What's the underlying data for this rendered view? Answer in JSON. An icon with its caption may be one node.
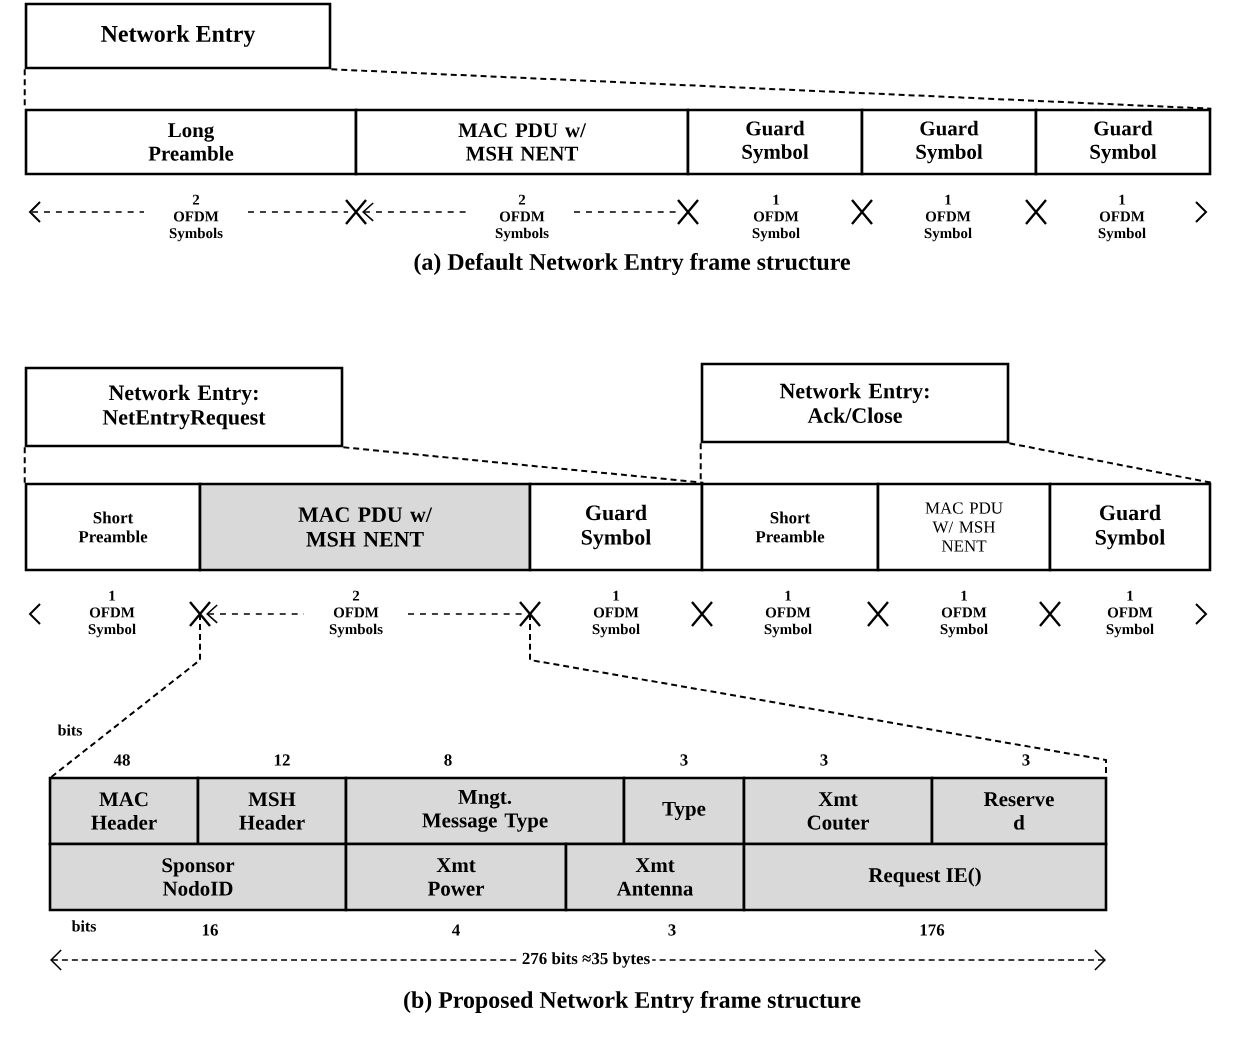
{
  "diagram": {
    "nodes": [
      {
        "text": [
          "Network Entry"
        ]
      },
      {
        "text": [
          "Long Preamble"
        ],
        "beside": [
          "2 OFDM Symbols"
        ]
      },
      {
        "text": [
          "MAC PDU w/ MSH NENT"
        ],
        "beside": [
          "2 OFDM Symbols"
        ]
      },
      {
        "text": [
          "Guard Symbol"
        ],
        "beside": [
          "1 OFDM Symbol"
        ]
      },
      {
        "text": [
          "Guard Symbol"
        ],
        "beside": [
          "1 OFDM Symbol"
        ]
      },
      {
        "text": [
          "Guard Symbol"
        ],
        "beside": [
          "1 OFDM Symbol"
        ]
      },
      {
        "text": [
          "Network Entry: NetEntryRequest"
        ]
      },
      {
        "text": [
          "Network Entry: Ack/Close"
        ]
      },
      {
        "text": [
          "Short Preamble"
        ],
        "beside": [
          "1 OFDM Symbol"
        ]
      },
      {
        "text": [
          "MAC PDU w/ MSH NENT"
        ],
        "beside": [
          "2 OFDM Symbols"
        ]
      },
      {
        "text": [
          "Guard Symbol"
        ],
        "beside": [
          "1 OFDM Symbol"
        ]
      },
      {
        "text": [
          "Short Preamble"
        ],
        "beside": [
          "1 OFDM Symbol"
        ]
      },
      {
        "text": [
          "MAC PDU W/ MSH NENT"
        ],
        "beside": [
          "1 OFDM Symbol"
        ]
      },
      {
        "text": [
          "Guard Symbol"
        ],
        "beside": [
          "1 OFDM Symbol"
        ]
      },
      {
        "text": [
          "MAC Header"
        ],
        "beside": [
          "48"
        ]
      },
      {
        "text": [
          "MSH Header"
        ],
        "beside": [
          "12"
        ]
      },
      {
        "text": [
          "Mngt. Message Type"
        ],
        "beside": [
          "8"
        ]
      },
      {
        "text": [
          "Type"
        ],
        "beside": [
          "3"
        ]
      },
      {
        "text": [
          "Xmt Couter"
        ],
        "beside": [
          "3"
        ]
      },
      {
        "text": [
          "Reserve d"
        ],
        "beside": [
          "3"
        ]
      },
      {
        "text": [
          "Sponsor NodoID"
        ],
        "beside": [
          "16"
        ]
      },
      {
        "text": [
          "Xmt Power"
        ],
        "beside": [
          "4"
        ]
      },
      {
        "text": [
          "Xmt Antenna"
        ],
        "beside": [
          "3"
        ]
      },
      {
        "text": [
          "Request IE()"
        ],
        "beside": [
          "176"
        ]
      }
    ],
    "edges": [
      {
        "from": 0,
        "to": 1,
        "arrow": "none",
        "style": "dashed"
      },
      {
        "from": 0,
        "to": 5,
        "arrow": "none",
        "style": "dashed"
      },
      {
        "from": 6,
        "to": 8,
        "arrow": "none",
        "style": "dashed"
      },
      {
        "from": 6,
        "to": 10,
        "arrow": "none",
        "style": "dashed"
      },
      {
        "from": 7,
        "to": 11,
        "arrow": "none",
        "style": "dashed"
      },
      {
        "from": 7,
        "to": 13,
        "arrow": "none",
        "style": "dashed"
      }
    ],
    "labels": [
      "(a) Default Network Entry frame structure",
      "bits",
      "bits",
      "276 bits ≈35 bytes",
      "(b) Proposed Network Entry frame structure"
    ]
  }
}
